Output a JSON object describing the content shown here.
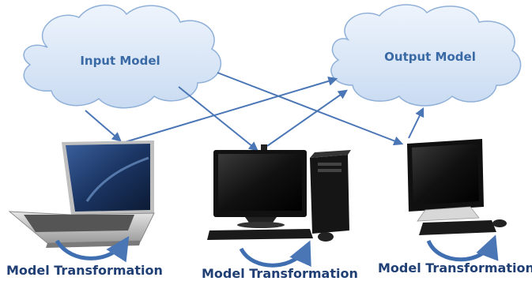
{
  "nodes": {
    "input": {
      "label": "Input Model"
    },
    "output": {
      "label": "Output Model"
    }
  },
  "transformations": [
    {
      "device": "laptop",
      "label": "Model Transformation"
    },
    {
      "device": "desktop",
      "label": "Model Transformation"
    },
    {
      "device": "all-in-one",
      "label": "Model Transformation"
    }
  ],
  "colors": {
    "cloud_fill": "#dbe7f7",
    "cloud_stroke": "#8fb0d8",
    "cloud_text": "#3a6aa5",
    "arrow": "#4a76b6",
    "label": "#1f3f75"
  },
  "icons": [
    "cloud-icon",
    "laptop-icon",
    "desktop-computer-icon",
    "all-in-one-computer-icon",
    "curved-arrow-icon"
  ]
}
